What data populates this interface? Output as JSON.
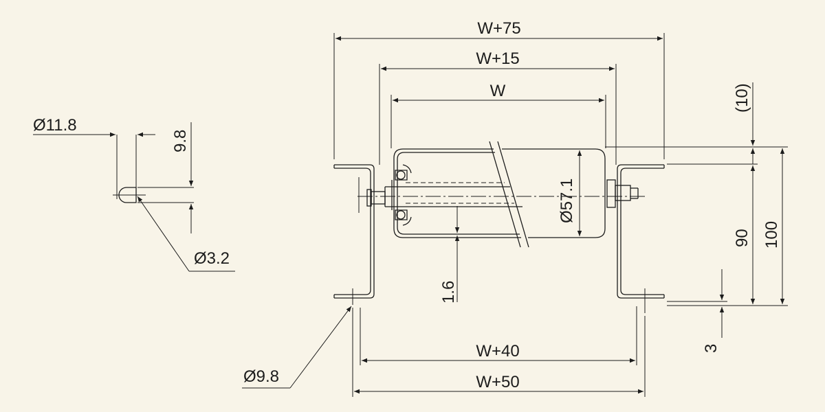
{
  "colors": {
    "background": "#f8f4e8",
    "ink": "#1c1c1c"
  },
  "dimensions": {
    "w75": "W+75",
    "w15": "W+15",
    "w": "W",
    "w40": "W+40",
    "w50": "W+50",
    "d57": "Ø57.1",
    "t16": "1.6",
    "h10": "(10)",
    "h90": "90",
    "h100": "100",
    "h3": "3",
    "hole98": "Ø9.8"
  },
  "detail": {
    "d118": "Ø11.8",
    "v98": "9.8",
    "d32": "Ø3.2"
  }
}
